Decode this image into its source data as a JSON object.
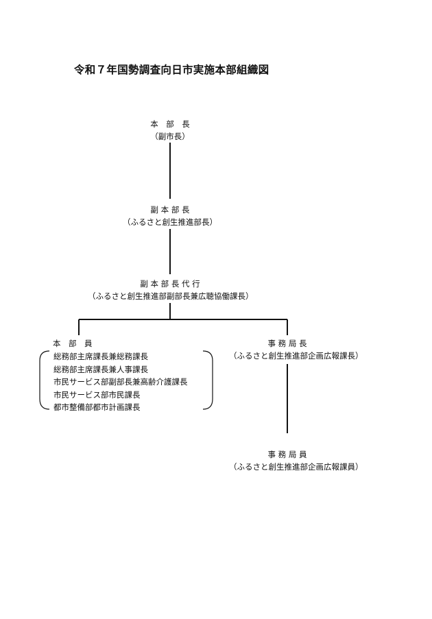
{
  "title": "令和７年国勢調査向日市実施本部組織図",
  "nodes": {
    "chief": {
      "title": "本　部　長",
      "sub": "（副市長）"
    },
    "deputy": {
      "title": "副 本 部 長",
      "sub": "（ふるさと創生推進部長）"
    },
    "deputy_acting": {
      "title": "副 本 部 長 代 行",
      "sub": "（ふるさと創生推進部副部長兼広聴協働課長）"
    },
    "members": {
      "title": "本　部　員",
      "items": [
        "総務部主席課長兼総務課長",
        "総務部主席課長兼人事課長",
        "市民サービス部副部長兼高齢介護課長",
        "市民サービス部市民課長",
        "都市整備部都市計画課長"
      ]
    },
    "secretariat_head": {
      "title": "事 務 局 長",
      "sub": "（ふるさと創生推進部企画広報課長）"
    },
    "secretariat_staff": {
      "title": "事 務 局 員",
      "sub": "（ふるさと創生推進部企画広報課員）"
    }
  }
}
